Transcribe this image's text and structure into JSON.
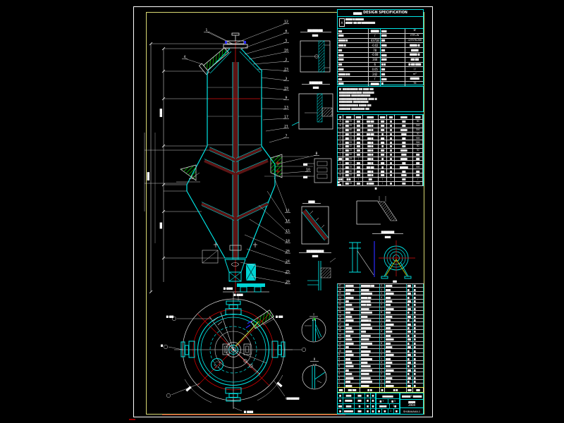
{
  "colors": {
    "cyan": "#00e5e5",
    "red": "#e01010",
    "maroon": "#5c1414",
    "green": "#00cc00",
    "yellow_frame": "#d9d973",
    "yellow": "#e5e550",
    "blue": "#2a2aff",
    "white": "#f0f0f0"
  },
  "spec_table": {
    "title_cn": "▆▆▆▆",
    "title_en": "DESIGN  SPECIFICATION",
    "corner_mark": "A",
    "subtitle_lines": [
      "▆▆▆▆/▆ ▆▆▆▆▆",
      "▆▆▆▆/-▆▆ ▆▆/▆▆▆▆▆▆▆▆"
    ],
    "rows": [
      {
        "ll": "▆▆",
        "lv": "▆▆▆▆",
        "rl": "▆▆▆",
        "rv": "3F"
      },
      {
        "ll": "▆▆▆",
        "lv": "/",
        "rl": "▆▆▆",
        "rv": "ETFL-W"
      },
      {
        "ll": "▆▆▆▆ ▆",
        "lv": "43718",
        "rl": "▆▆",
        "rv": "-0/7078-200"
      },
      {
        "ll": "▆▆▆ ▆",
        "lv": "-0.02",
        "rl": "▆▆▆",
        "rv": "▆▆▆▆-▆"
      },
      {
        "ll": "▆▆",
        "lv": "78",
        "rl": "▆▆",
        "rv": "▆▆▆▆"
      },
      {
        "ll": "▆▆▆",
        "lv": "-0.08",
        "rl": "▆▆▆",
        "rv": "▆▆▆▆-▆"
      },
      {
        "ll": "▆▆▆",
        "lv": "344",
        "rl": "▆▆▆",
        "rv": "▆▆ ▆▆"
      },
      {
        "ll": "▆▆",
        "lv": "6",
        "rl": "▆ ▆",
        "rv": "▆-▆▆ ▆▆▆"
      },
      {
        "ll": "▆▆▆",
        "lv": "0.05",
        "rl": "▆▆",
        "rv": "/  /"
      },
      {
        "ll": "▆▆▆▆ ▆/▆",
        "lv": "242",
        "rl": "▆▆",
        "rv": "m³"
      },
      {
        "ll": "▆▆",
        "lv": "/",
        "rl": "▆▆▆",
        "rv": "▆▆▆▆▆"
      },
      {
        "ll": "▆▆▆",
        "lv": "▆▆▆▆",
        "rl": "▆",
        "rv": "76"
      }
    ]
  },
  "notes": [
    "▆: ▆▆▆▆▆▆▆▆ ▆▆ ▆▆▆ ▆▆",
    "▆▆▆▆▆▆▆▆▆▆▆▆ ▆▆▆▆▆▆",
    "▆▆▆▆▆▆ ▆▆▆▆▆▆▆▆▆▆",
    "▆▆▆▆▆▆▆▆▆▆▆▆▆▆▆ ▆▆▆-▆",
    "▆▆▆▆▆▆▆ ▆▆▆▆▆▆▆▆",
    "▆▆▆▆▆▆▆▆▆▆ ▆▆▆▆-▆▆",
    "▆▆▆▆▆▆ ▆▆▆▆▆▆▆-▆▆"
  ],
  "nozzle_table": {
    "headers": [
      "▆",
      "▆▆▆",
      "▆▆▆",
      "▆▆▆▆",
      "▆▆▆",
      "▆▆",
      "▆▆▆▆",
      "▆▆▆"
    ],
    "rows": [
      [
        "A",
        "▆▆ 25",
        "▆▆",
        "▆▆-▆▆",
        "▆▆",
        "▆",
        "▆▆",
        "50"
      ],
      [
        "B",
        "▆▆ 25",
        "▆▆",
        "▆▆-▆",
        "▆▆",
        "▆",
        "▆▆",
        "300"
      ],
      [
        "C",
        "▆▆ 40",
        "▆▆",
        "▆▆-▆",
        "▆▆",
        "▆",
        "▆▆▆▆",
        "300"
      ],
      [
        "D",
        "▆▆ 40",
        "▆▆",
        "▆▆-▆▆",
        "▆",
        "▆",
        "▆▆▆",
        "50"
      ],
      [
        "E",
        "▆▆ 25",
        "▆▆",
        "▆▆-▆",
        "▆▆",
        "▆",
        "▆▆",
        "300"
      ],
      [
        "F",
        "▆▆ 25",
        "▆▆",
        "▆▆-▆",
        "▆▆",
        "▆",
        "▆▆",
        "300"
      ],
      [
        "G",
        "▆▆ 32",
        "▆▆",
        "▆▆-▆",
        "▆",
        "▆",
        "▆▆",
        "50"
      ],
      [
        "H",
        "▆▆ 25",
        "▆▆",
        "▆▆-▆",
        "▆▆",
        "▆",
        "▆▆▆▆",
        "50"
      ],
      [
        "J",
        "▆▆ 50",
        "▆▆",
        "▆▆-▆",
        "▆▆",
        "▆",
        "▆▆▆",
        "▆▆"
      ],
      [
        "▆▆",
        "▆▆ 25",
        "/",
        "▆▆-▆",
        "▆",
        "▆",
        "▆▆▆▆",
        "▆▆"
      ],
      [
        "K",
        "▆▆ 32",
        "▆▆",
        "▆▆-▆",
        "▆▆",
        "▆",
        "▆▆",
        "▆▆"
      ],
      [
        "L",
        "▆▆ 25",
        "▆▆",
        "▆▆-▆▆",
        "▆",
        "▆",
        "▆▆▆▆▆",
        "300"
      ],
      [
        "M",
        "▆▆ 40",
        "▆▆",
        "▆▆-▆",
        "▆▆",
        "▆",
        "▆▆",
        "▆▆"
      ],
      [
        "N",
        "▆▆ 25",
        "▆▆",
        "▆▆-▆",
        "▆▆",
        "▆",
        "▆▆▆",
        "▆▆"
      ],
      [
        "▆ ▆",
        "▆ ▆",
        "/",
        "▆▆",
        "/",
        "/",
        "▆▆",
        "/"
      ],
      [
        "▆-▆▆",
        "▆▆ 25",
        "▆▆",
        "▆ ▆▆▆",
        "/",
        "▆",
        "▆▆",
        "300"
      ]
    ],
    "caption": "▆"
  },
  "bom": {
    "header": [
      "▆▆",
      "▆▆/▆▆",
      "▆ ▆",
      "▆",
      "▆ ▆",
      "▆▆",
      "▆▆"
    ],
    "rows": [
      [
        "27",
        "▆▆▆▆▆",
        "▆▆▆▆▆▆ ▆▆",
        "2",
        "▆▆▆▆",
        "▆▆",
        "▆"
      ],
      [
        "26",
        "▆▆▆▆/▆",
        "▆▆▆▆▆",
        "1",
        "▆▆▆",
        "▆",
        "▆"
      ],
      [
        "25",
        "▆▆▆",
        "▆▆▆▆▆▆▆",
        "1",
        "▆▆▆▆▆",
        "▆▆",
        "▆"
      ],
      [
        "24",
        "▆▆▆▆▆",
        "▆▆▆▆ ▆▆",
        "4",
        "▆▆▆",
        "▆",
        "▆"
      ],
      [
        "23",
        "▆▆",
        "▆▆▆▆▆▆",
        "1",
        "▆▆▆▆",
        "▆▆",
        "▆"
      ],
      [
        "22",
        "▆▆▆▆",
        "▆▆▆ ▆▆▆",
        "2",
        "▆▆▆",
        "▆",
        "▆"
      ],
      [
        "21",
        "▆▆▆▆▆",
        "▆▆▆▆▆",
        "1",
        "▆▆▆▆▆",
        "▆▆",
        "▆"
      ],
      [
        "20",
        "▆▆▆",
        "▆▆▆▆▆▆▆",
        "8",
        "▆▆▆",
        "▆",
        "▆"
      ],
      [
        "19",
        "▆▆▆▆",
        "▆▆▆▆",
        "1",
        "▆▆▆▆",
        "▆▆",
        "▆"
      ],
      [
        "18",
        "▆▆▆▆▆",
        "▆▆▆▆▆ ▆",
        "1",
        "▆▆▆",
        "▆",
        "▆"
      ],
      [
        "17",
        "▆▆",
        "▆▆▆▆▆▆",
        "2",
        "▆▆▆▆▆",
        "▆▆",
        "▆"
      ],
      [
        "16",
        "▆▆▆▆",
        "▆▆▆▆▆▆▆",
        "1",
        "▆▆▆",
        "▆",
        "▆"
      ],
      [
        "15",
        "▆▆▆▆▆",
        "▆▆▆",
        "4",
        "▆▆▆▆",
        "▆▆",
        "▆"
      ],
      [
        "14",
        "▆▆▆",
        "▆▆▆▆▆▆",
        "1",
        "▆▆▆",
        "▆",
        "▆"
      ],
      [
        "13",
        "▆▆▆▆",
        "▆▆▆▆▆",
        "1",
        "▆▆▆▆▆",
        "▆▆",
        "▆"
      ],
      [
        "12",
        "▆▆▆▆▆",
        "▆▆▆▆▆▆▆",
        "6",
        "▆▆▆",
        "▆",
        "▆"
      ],
      [
        "11",
        "▆▆",
        "▆▆▆▆",
        "1",
        "▆▆▆▆",
        "▆▆",
        "▆"
      ],
      [
        "10",
        "▆▆▆▆",
        "▆▆▆▆▆▆",
        "1",
        "▆▆▆",
        "▆",
        "▆"
      ],
      [
        "9",
        "▆▆▆▆▆",
        "▆▆▆▆▆",
        "2",
        "▆▆▆▆▆",
        "▆▆",
        "▆"
      ],
      [
        "8",
        "▆▆▆",
        "▆▆▆▆▆▆▆",
        "1",
        "▆▆▆",
        "▆",
        "▆"
      ],
      [
        "7",
        "▆▆▆▆",
        "▆▆▆▆",
        "4",
        "▆▆▆▆",
        "▆▆",
        "▆"
      ],
      [
        "6",
        "▆▆▆▆▆",
        "▆▆▆▆▆▆",
        "1",
        "▆▆▆",
        "▆",
        "▆"
      ],
      [
        "5",
        "▆▆",
        "▆▆▆▆▆▆▆",
        "1",
        "▆▆▆▆▆",
        "▆▆",
        "▆"
      ],
      [
        "4",
        "▆▆▆▆",
        "▆▆▆▆▆",
        "2",
        "▆▆▆",
        "▆",
        "▆"
      ],
      [
        "3",
        "▆▆▆▆▆",
        "▆▆▆▆▆▆",
        "1",
        "▆▆▆▆",
        "▆▆",
        "▆"
      ],
      [
        "2",
        "▆▆▆",
        "▆▆▆▆▆▆▆",
        "1",
        "▆▆▆",
        "▆",
        "▆"
      ],
      [
        "1",
        "▆▆▆▆",
        "▆▆▆▆▆",
        "1",
        "▆▆▆▆▆",
        "▆▆",
        "▆"
      ]
    ]
  },
  "title_block": {
    "rev_rows": [
      [
        "▆",
        "▆▆▆",
        "▆▆",
        "▆",
        "▆"
      ],
      [
        "▆",
        "▆▆▆▆",
        "▆▆",
        "▆",
        "▆"
      ],
      [
        "▆▆",
        "▆▆▆",
        "▆",
        "▆",
        "▆"
      ],
      [
        "▆",
        "▆▆▆▆▆",
        "▆▆",
        "▆",
        "▆"
      ]
    ],
    "mid": {
      "r1": "▆▆▆▆▆▆",
      "r2a": "▆ +",
      "r2b": "▆ 5",
      "r3a": "▆▆▆▆",
      "r3b": "1▆",
      "r4": [
        "▆",
        "▆",
        "1",
        "▆"
      ]
    },
    "company": "▆▆▆▆▆©/▆▆▆▆▆",
    "project": "▆▆▆▆",
    "year": "2004",
    "drawing_no": "SH-BAAAAA-1"
  },
  "balloons": {
    "upper": [
      "12",
      "6",
      "5",
      "16",
      "2",
      "23",
      "3",
      "19",
      "9",
      "13",
      "17",
      "21",
      "7"
    ],
    "lower": [
      "11",
      "14",
      "15",
      "18",
      "26",
      "24",
      "25",
      "29"
    ],
    "stray": [
      "8",
      "10",
      "2",
      "4",
      "1"
    ]
  },
  "details": {
    "d1": {
      "title": "▆▆▆▆▆▆▆",
      "scale": "▆▆▆"
    },
    "d2": {
      "title": "▆▆▆▆▆▆",
      "scale": "▆▆▆"
    },
    "d2b_balloons": [
      "▆▆",
      "▆▆"
    ],
    "d3": {
      "title": "▆▆▆",
      "scale": "▆▆"
    },
    "d4": {
      "title": "▆▆▆▆▆▆▆▆",
      "scale": "▆▆▆"
    },
    "lug": {
      "title": "▆▆▆▆▆▆",
      "scale": "▆▆▆"
    },
    "circle1": {
      "num": "I",
      "scale": "1:4"
    },
    "circle2": {
      "num": "II",
      "scale": "1:4"
    }
  },
  "plan": {
    "labels": {
      "top": "▆-▆▆▆",
      "left": "▆-▆▆",
      "right": "▆-▆▆",
      "bottom": "▆-▆▆▆",
      "corner": "(▆▆▆▆▆▆)",
      "arc_left": "▆▆▆",
      "arc_right": "▆▆▆",
      "far_left": "▆"
    }
  },
  "elevation": {
    "labels": {
      "outlet": "▆-▆▆▆",
      "lug_caption": "▆▆"
    }
  },
  "dims": {
    "left": [
      "▆▆▆▆",
      "▆▆▆▆",
      "▆▆▆"
    ]
  }
}
